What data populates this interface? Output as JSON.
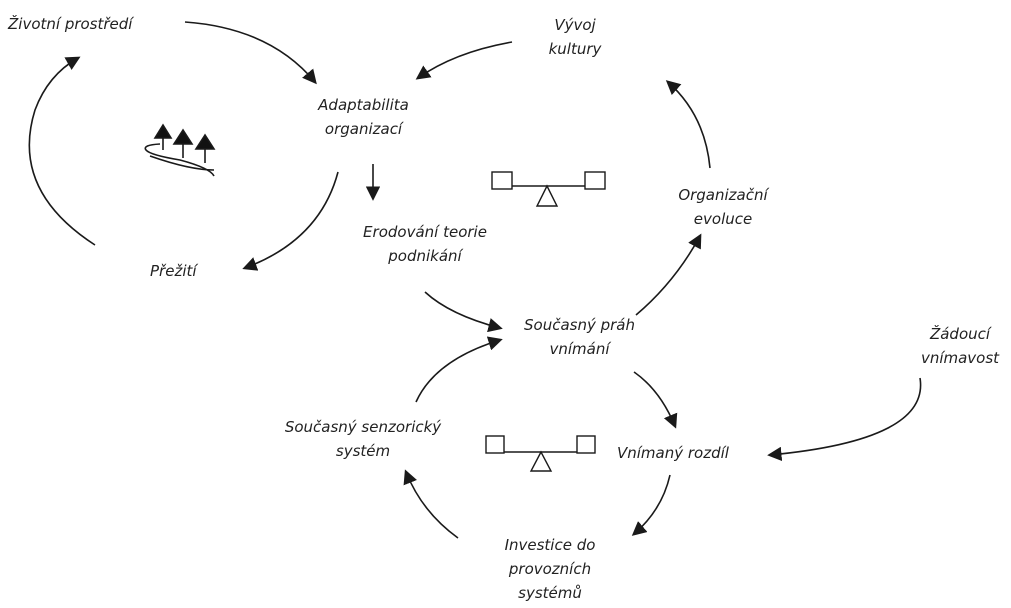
{
  "nodes": {
    "zivotni_prostredi": "Životní prostředí",
    "vyvoj_kultury_1": "Vývoj",
    "vyvoj_kultury_2": "kultury",
    "adaptabilita_1": "Adaptabilita",
    "adaptabilita_2": "organizací",
    "erodovani_1": "Erodování teorie",
    "erodovani_2": "podnikání",
    "organizacni_evoluce_1": "Organizační",
    "organizacni_evoluce_2": "evoluce",
    "preziti": "Přežití",
    "soucasny_prah_1": "Současný práh",
    "soucasny_prah_2": "vnímání",
    "zadouci_1": "Žádoucí",
    "zadouci_2": "vnímavost",
    "senzoricky_1": "Současný senzorický",
    "senzoricky_2": "systém",
    "vnimany_rozdil": "Vnímaný rozdíl",
    "investice_1": "Investice do",
    "investice_2": "provozních",
    "investice_3": "systémů"
  },
  "colors": {
    "ink": "#222222",
    "arrow": "#1a1a1a"
  },
  "icons": [
    "trees-icon",
    "balance-icon-upper",
    "balance-icon-lower"
  ]
}
